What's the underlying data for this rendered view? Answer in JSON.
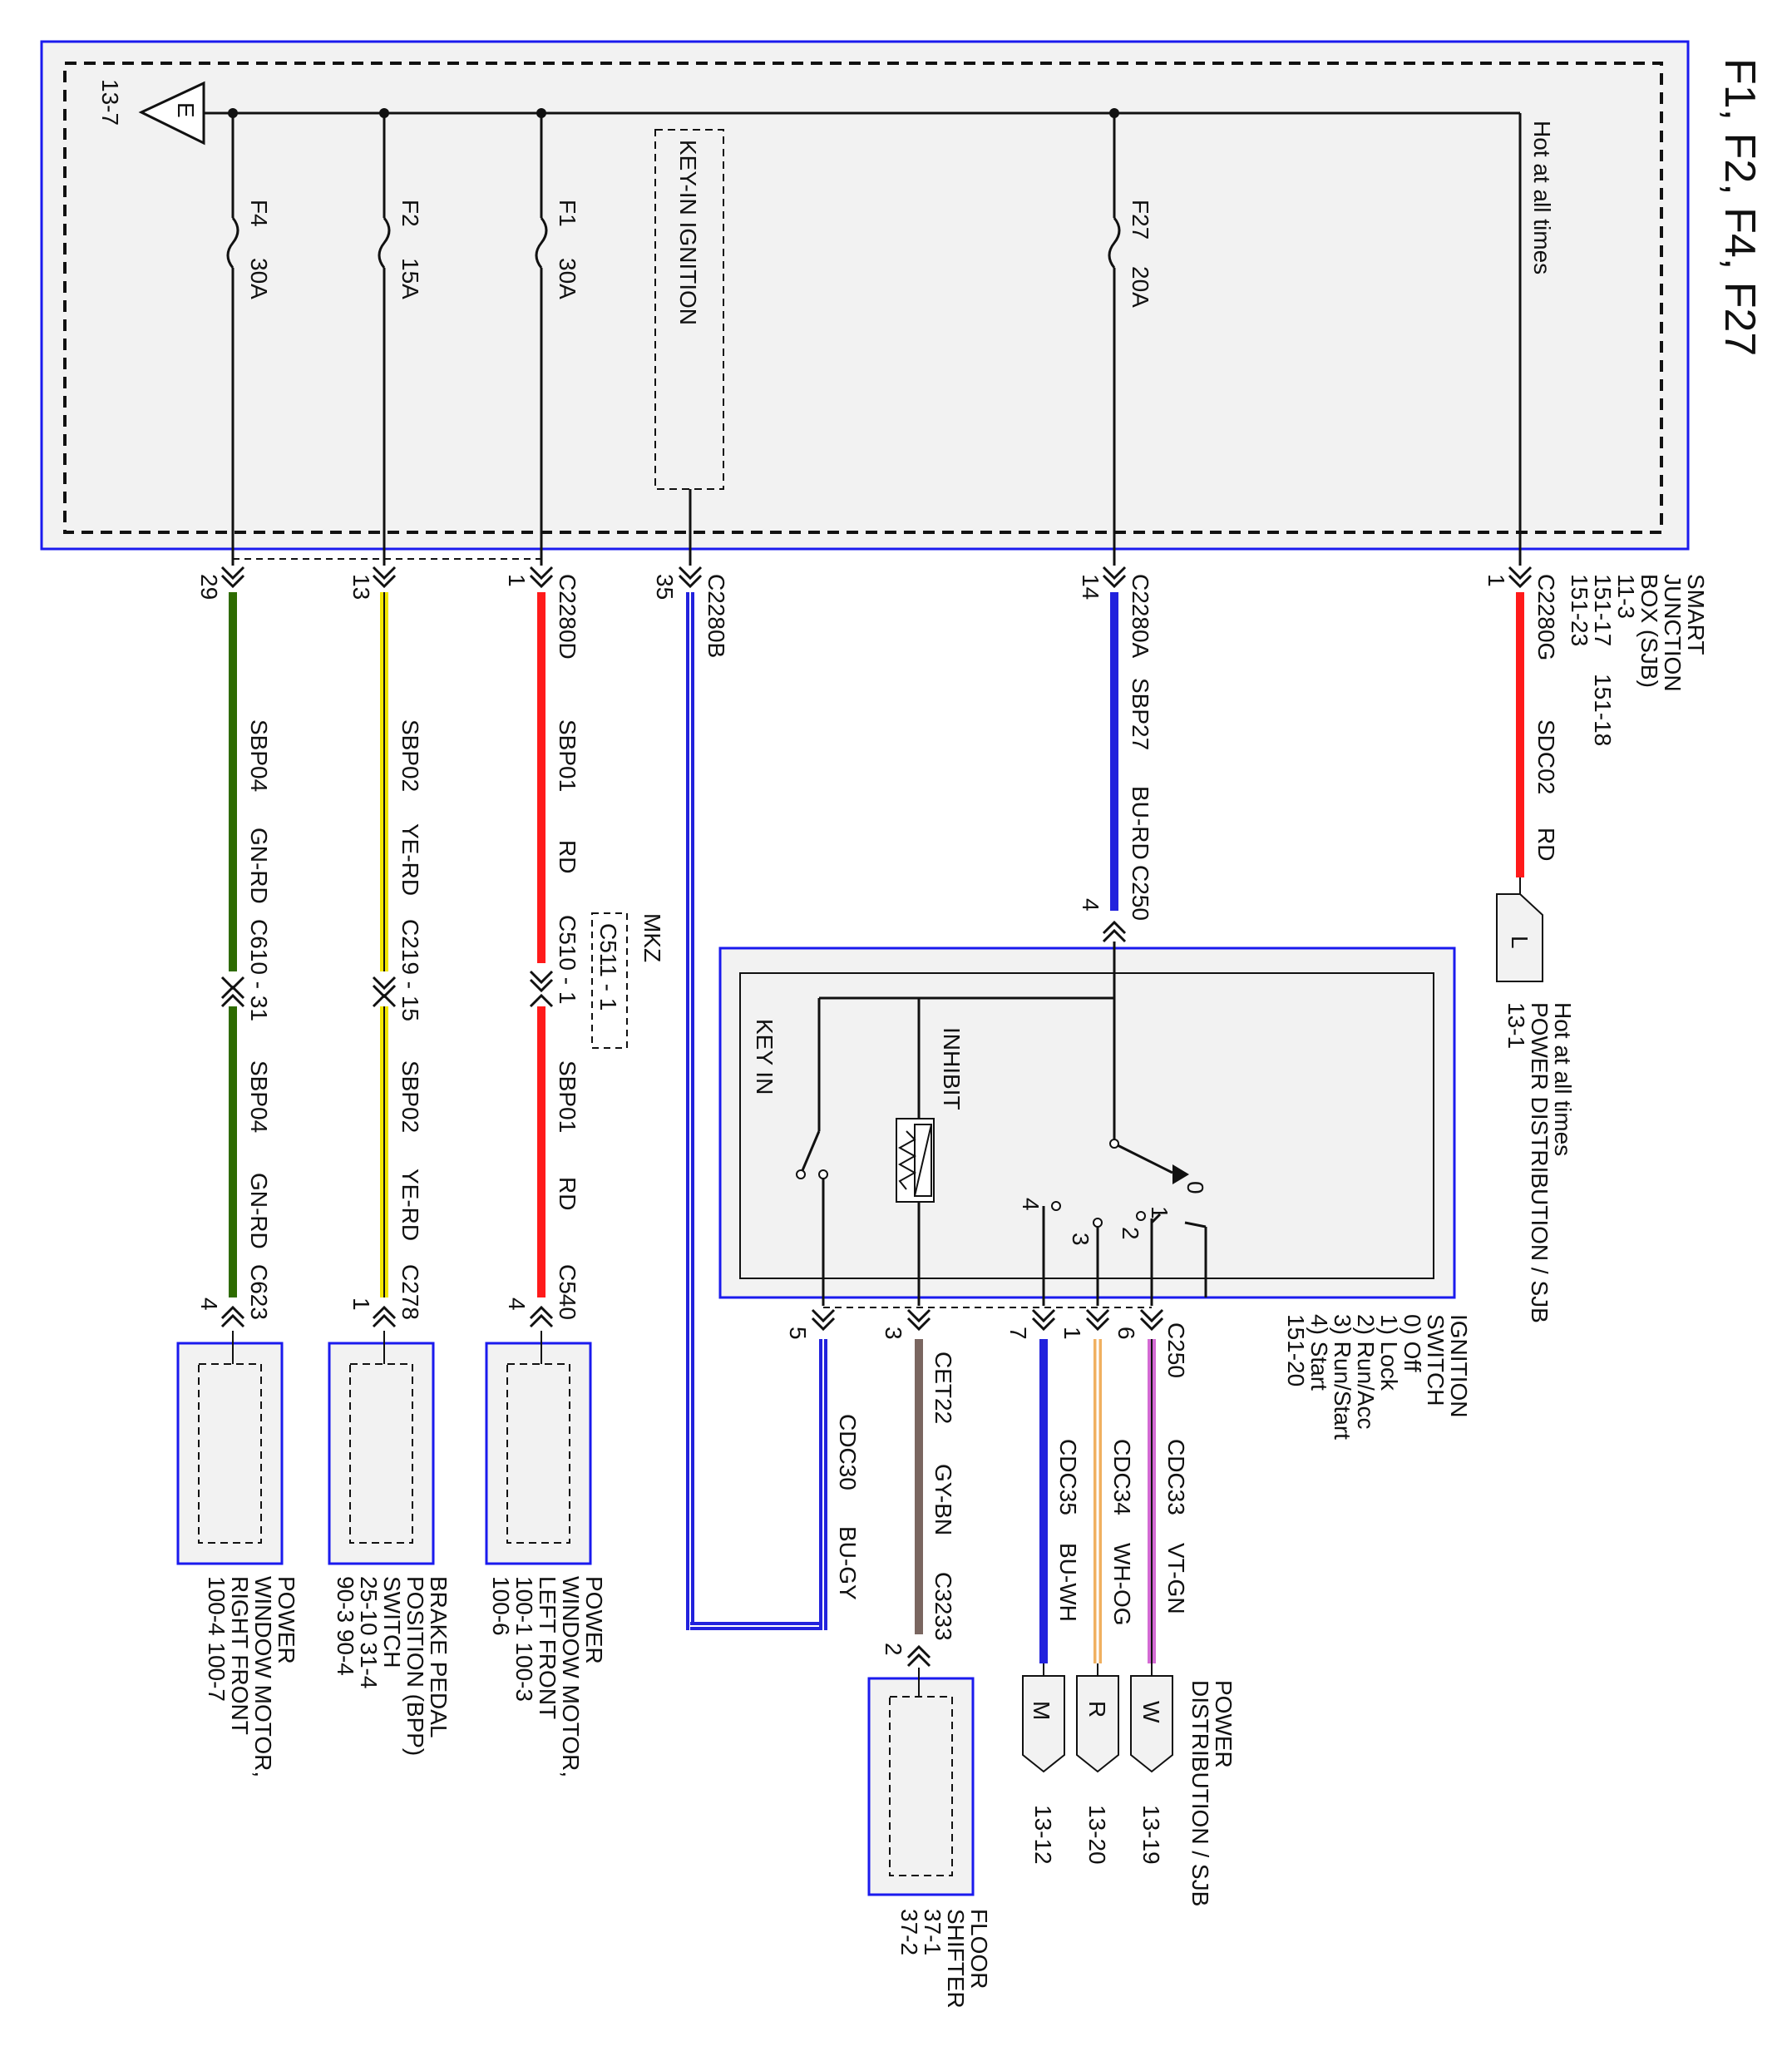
{
  "title": "F1, F2, F4, F27",
  "sjb": {
    "name_lines": [
      "SMART",
      "JUNCTION",
      "BOX (SJB)",
      "11-3",
      "151-17",
      "151-23"
    ],
    "extra_ref": "151-18",
    "hot_label": "Hot at all times",
    "ground_ref": "13-7",
    "ground_letter": "E",
    "key_in_ignition": "KEY-IN IGNITION"
  },
  "fuses": [
    {
      "name": "F4",
      "rating": "30A"
    },
    {
      "name": "F2",
      "rating": "15A"
    },
    {
      "name": "F1",
      "rating": "30A"
    },
    {
      "name": "F27",
      "rating": "20A"
    }
  ],
  "circuits": {
    "sdc02": {
      "connector": "C2280G",
      "pin": "1",
      "circuit": "SDC02",
      "color_code": "RD",
      "wire_color": "#ff1a1a"
    },
    "sbp27": {
      "connector": "C2280A",
      "pin": "14",
      "circuit": "SBP27",
      "color_code": "BU-RD",
      "connector2": "C250",
      "pin2": "4",
      "wire_color": "#2222dd"
    },
    "c2280b": {
      "connector": "C2280B",
      "pin": "35",
      "wire_color": "#2222dd"
    },
    "sbp01": {
      "connector": "C2280D",
      "pin": "1",
      "circuit": "SBP01",
      "color_code": "RD",
      "inline": "C510 - 1",
      "mkz_label": "MKZ",
      "mkz_inline": "C511 - 1",
      "end_connector": "C540",
      "end_pin": "4",
      "wire_color": "#ff1a1a"
    },
    "sbp02": {
      "connector_pin": "13",
      "circuit": "SBP02",
      "color_code": "YE-RD",
      "inline": "C219 - 15",
      "end_connector": "C278",
      "end_pin": "1",
      "wire_color": "#f2e600"
    },
    "sbp04": {
      "connector_pin": "29",
      "circuit": "SBP04",
      "color_code": "GN-RD",
      "inline": "C610 - 31",
      "end_connector": "C623",
      "end_pin": "4",
      "wire_color": "#2e6b00"
    }
  },
  "power_dist_l": {
    "letter": "L",
    "lines": [
      "Hot at all times",
      "POWER DISTRIBUTION / SJB",
      "13-1"
    ]
  },
  "ignition_switch": {
    "key_in": "KEY IN",
    "inhibit": "INHIBIT",
    "positions": [
      "0",
      "1",
      "2",
      "3",
      "4"
    ],
    "name_lines": [
      "IGNITION",
      "SWITCH",
      "0) Off",
      "1) Lock",
      "2) Run/Acc",
      "3) Run/Start",
      "4) Start",
      "151-20"
    ]
  },
  "switch_outputs": {
    "c250": "C250",
    "cdc33": {
      "pin": "6",
      "circuit": "CDC33",
      "color_code": "VT-GN",
      "letter": "W",
      "ref": "13-19",
      "wire_color": "#d46bd4"
    },
    "cdc34": {
      "pin": "1",
      "circuit": "CDC34",
      "color_code": "WH-OG",
      "letter": "R",
      "ref": "13-20",
      "wire_color": "#f0b060"
    },
    "cdc35": {
      "pin": "7",
      "circuit": "CDC35",
      "color_code": "BU-WH",
      "letter": "M",
      "ref": "13-12",
      "wire_color": "#2222dd"
    },
    "power_dist_lines": [
      "POWER",
      "DISTRIBUTION / SJB"
    ],
    "cet22": {
      "pin": "3",
      "circuit": "CET22",
      "color_code": "GY-BN",
      "end_connector": "C3233",
      "end_pin": "2",
      "wire_color": "#7a6660"
    },
    "cdc30": {
      "pin": "5",
      "circuit": "CDC30",
      "color_code": "BU-GY",
      "wire_color": "#2222dd"
    }
  },
  "components": {
    "pwm_left": [
      "POWER",
      "WINDOW MOTOR,",
      "LEFT FRONT",
      "100-1  100-3",
      "100-6"
    ],
    "bpp": [
      "BRAKE PEDAL",
      "POSITION (BPP)",
      "SWITCH",
      "25-10   31-4",
      "90-3    90-4"
    ],
    "pwm_right": [
      "POWER",
      "WINDOW MOTOR,",
      "RIGHT FRONT",
      "100-4   100-7"
    ],
    "floor_shifter": [
      "FLOOR",
      "SHIFTER",
      "37-1",
      "37-2"
    ]
  },
  "colors": {
    "box_border": "#1a1aee",
    "box_fill": "#f2f2f2",
    "line": "#111111"
  }
}
